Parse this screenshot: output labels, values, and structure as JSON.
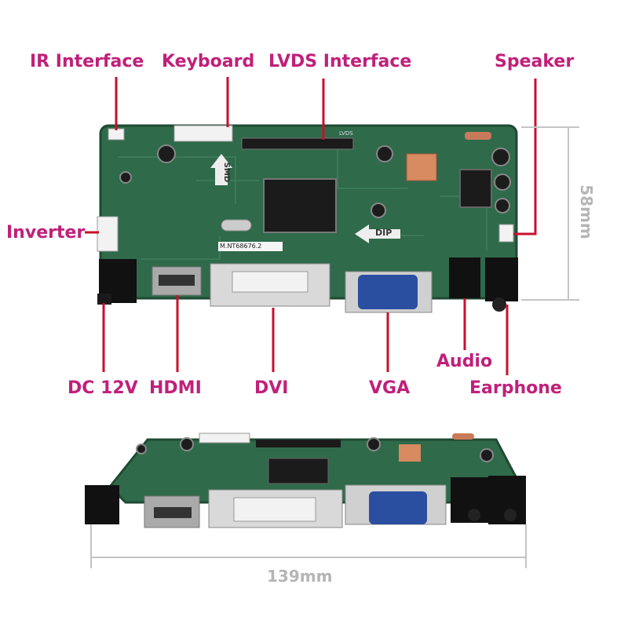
{
  "labels": {
    "ir_interface": "IR Interface",
    "keyboard": "Keyboard",
    "lvds_interface": "LVDS Interface",
    "speaker": "Speaker",
    "inverter": "Inverter",
    "dc_12v": "DC 12V",
    "hdmi": "HDMI",
    "dvi": "DVI",
    "vga": "VGA",
    "audio": "Audio",
    "earphone": "Earphone"
  },
  "dimensions": {
    "height": "58mm",
    "width": "139mm"
  },
  "board_marks": {
    "smd": "SMD",
    "dip": "DIP",
    "model": "M.NT68676.2",
    "lvds": "LVDS"
  },
  "colors": {
    "label": "#c0207a",
    "leader_line": "#c8102e",
    "pcb": "#2f6a4a",
    "vga_connector": "#2a4fa0",
    "dimension": "#b5b5b5"
  }
}
